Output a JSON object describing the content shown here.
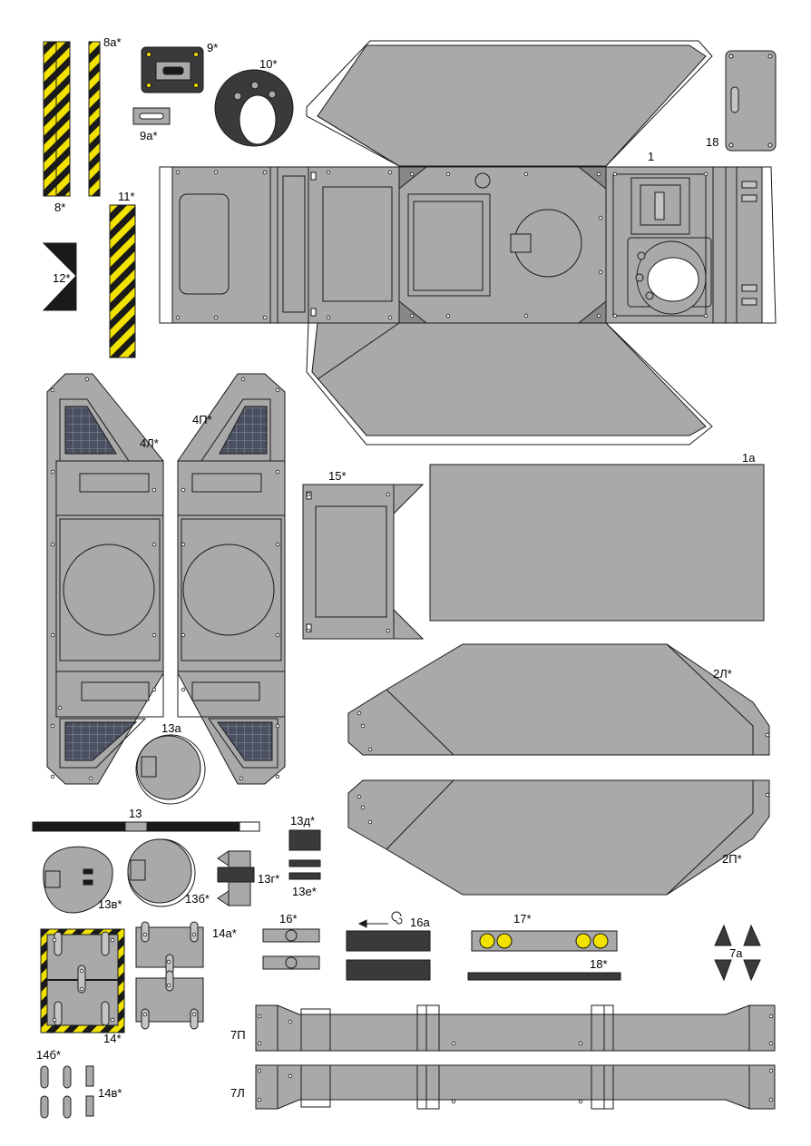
{
  "colors": {
    "panel": "#a9a9a9",
    "outline": "#1a1a1a",
    "dark": "#3a3a3a",
    "hazard_yellow": "#f2e200",
    "hazard_black": "#1a1a1a",
    "grille": "#4a5060",
    "light_panel": "#c4c4c4"
  },
  "labels": {
    "p8a": "8а*",
    "p9": "9*",
    "p10": "10*",
    "p9a": "9а*",
    "p18_top": "18",
    "p1": "1",
    "p8": "8*",
    "p11": "11*",
    "p12": "12*",
    "p4l": "4Л*",
    "p4p": "4П*",
    "p15": "15*",
    "p1a": "1а",
    "p2l": "2Л*",
    "p13a": "13а",
    "p13": "13",
    "p13d": "13д*",
    "p2p": "2П*",
    "p13g": "13г*",
    "p13e": "13е*",
    "p13v": "13в*",
    "p13b": "13б*",
    "p16": "16*",
    "p16a": "16а",
    "p17": "17*",
    "p14a": "14а*",
    "p7a": "7а",
    "p18": "18*",
    "p14": "14*",
    "p7p": "7П",
    "p14b": "14б*",
    "p14v": "14в*",
    "p7l": "7Л"
  }
}
